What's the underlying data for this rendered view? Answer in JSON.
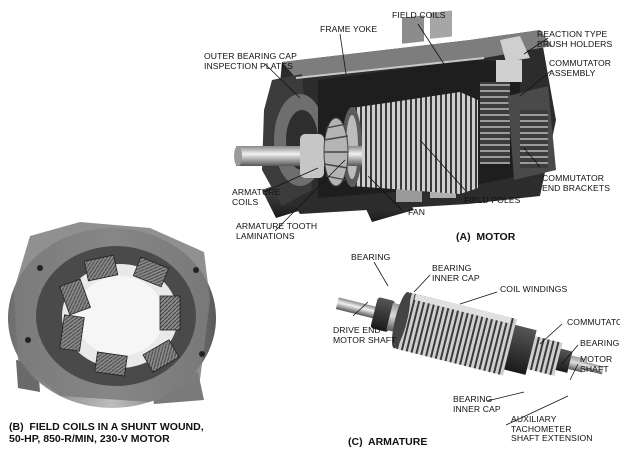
{
  "figure": {
    "motor": {
      "caption": "(A)  MOTOR",
      "labels": {
        "field_coils": "FIELD COILS",
        "frame_yoke": "FRAME YOKE",
        "reaction_brush_holders": "REACTION TYPE\nBRUSH HOLDERS",
        "outer_bearing_cap": "OUTER BEARING CAP\nINSPECTION PLATES",
        "commutator_assembly": "COMMUTATOR\nASSEMBLY",
        "armature_coils": "ARMATURE\nCOILS",
        "armature_tooth_laminations": "ARMATURE TOOTH\nLAMINATIONS",
        "fan": "FAN",
        "field_poles": "FIELD POLES",
        "commutator_end_brackets": "COMMUTATOR\nEND BRACKETS"
      }
    },
    "field_coils": {
      "caption": "(B)  FIELD COILS IN A SHUNT WOUND,\n50-HP, 850-R/MIN, 230-V MOTOR"
    },
    "armature": {
      "caption": "(C)  ARMATURE",
      "labels": {
        "bearing_top": "BEARING",
        "bearing_inner_cap_top": "BEARING\nINNER CAP",
        "coil_windings": "COIL WINDINGS",
        "drive_end_shaft": "DRIVE END\nMOTOR SHAFT",
        "commutator": "COMMUTATOR",
        "bearing_right": "BEARING",
        "motor_shaft": "MOTOR\nSHAFT",
        "bearing_inner_cap_bottom": "BEARING\nINNER CAP",
        "aux_tach_shaft": "AUXILIARY\nTACHOMETER\nSHAFT EXTENSION"
      }
    }
  }
}
